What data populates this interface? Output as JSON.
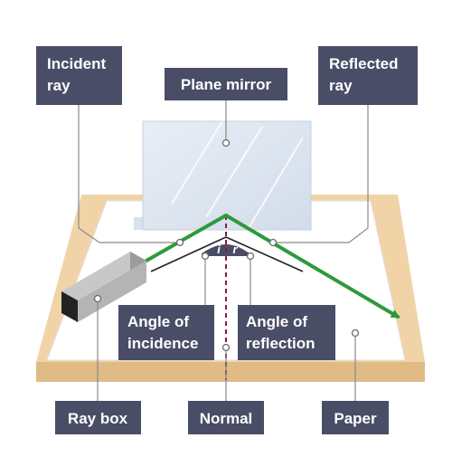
{
  "labels": {
    "incident_ray": [
      "Incident",
      "ray"
    ],
    "plane_mirror": "Plane mirror",
    "reflected_ray": [
      "Reflected",
      "ray"
    ],
    "angle_of_incidence": [
      "Angle of",
      "incidence"
    ],
    "angle_of_reflection": [
      "Angle of",
      "reflection"
    ],
    "ray_box": "Ray box",
    "normal": "Normal",
    "paper": "Paper"
  },
  "angle_symbols": {
    "incidence": "i",
    "reflection": "r"
  },
  "colors": {
    "label_box": "#4a4d66",
    "leader_line": "#8a8a8a",
    "ray": "#2d9a3a",
    "normal_line": "#8b1a3c",
    "table": "#f0d4a8",
    "table_edge": "#ddb880",
    "paper": "#ffffff",
    "mirror": "#d9e3f0"
  }
}
